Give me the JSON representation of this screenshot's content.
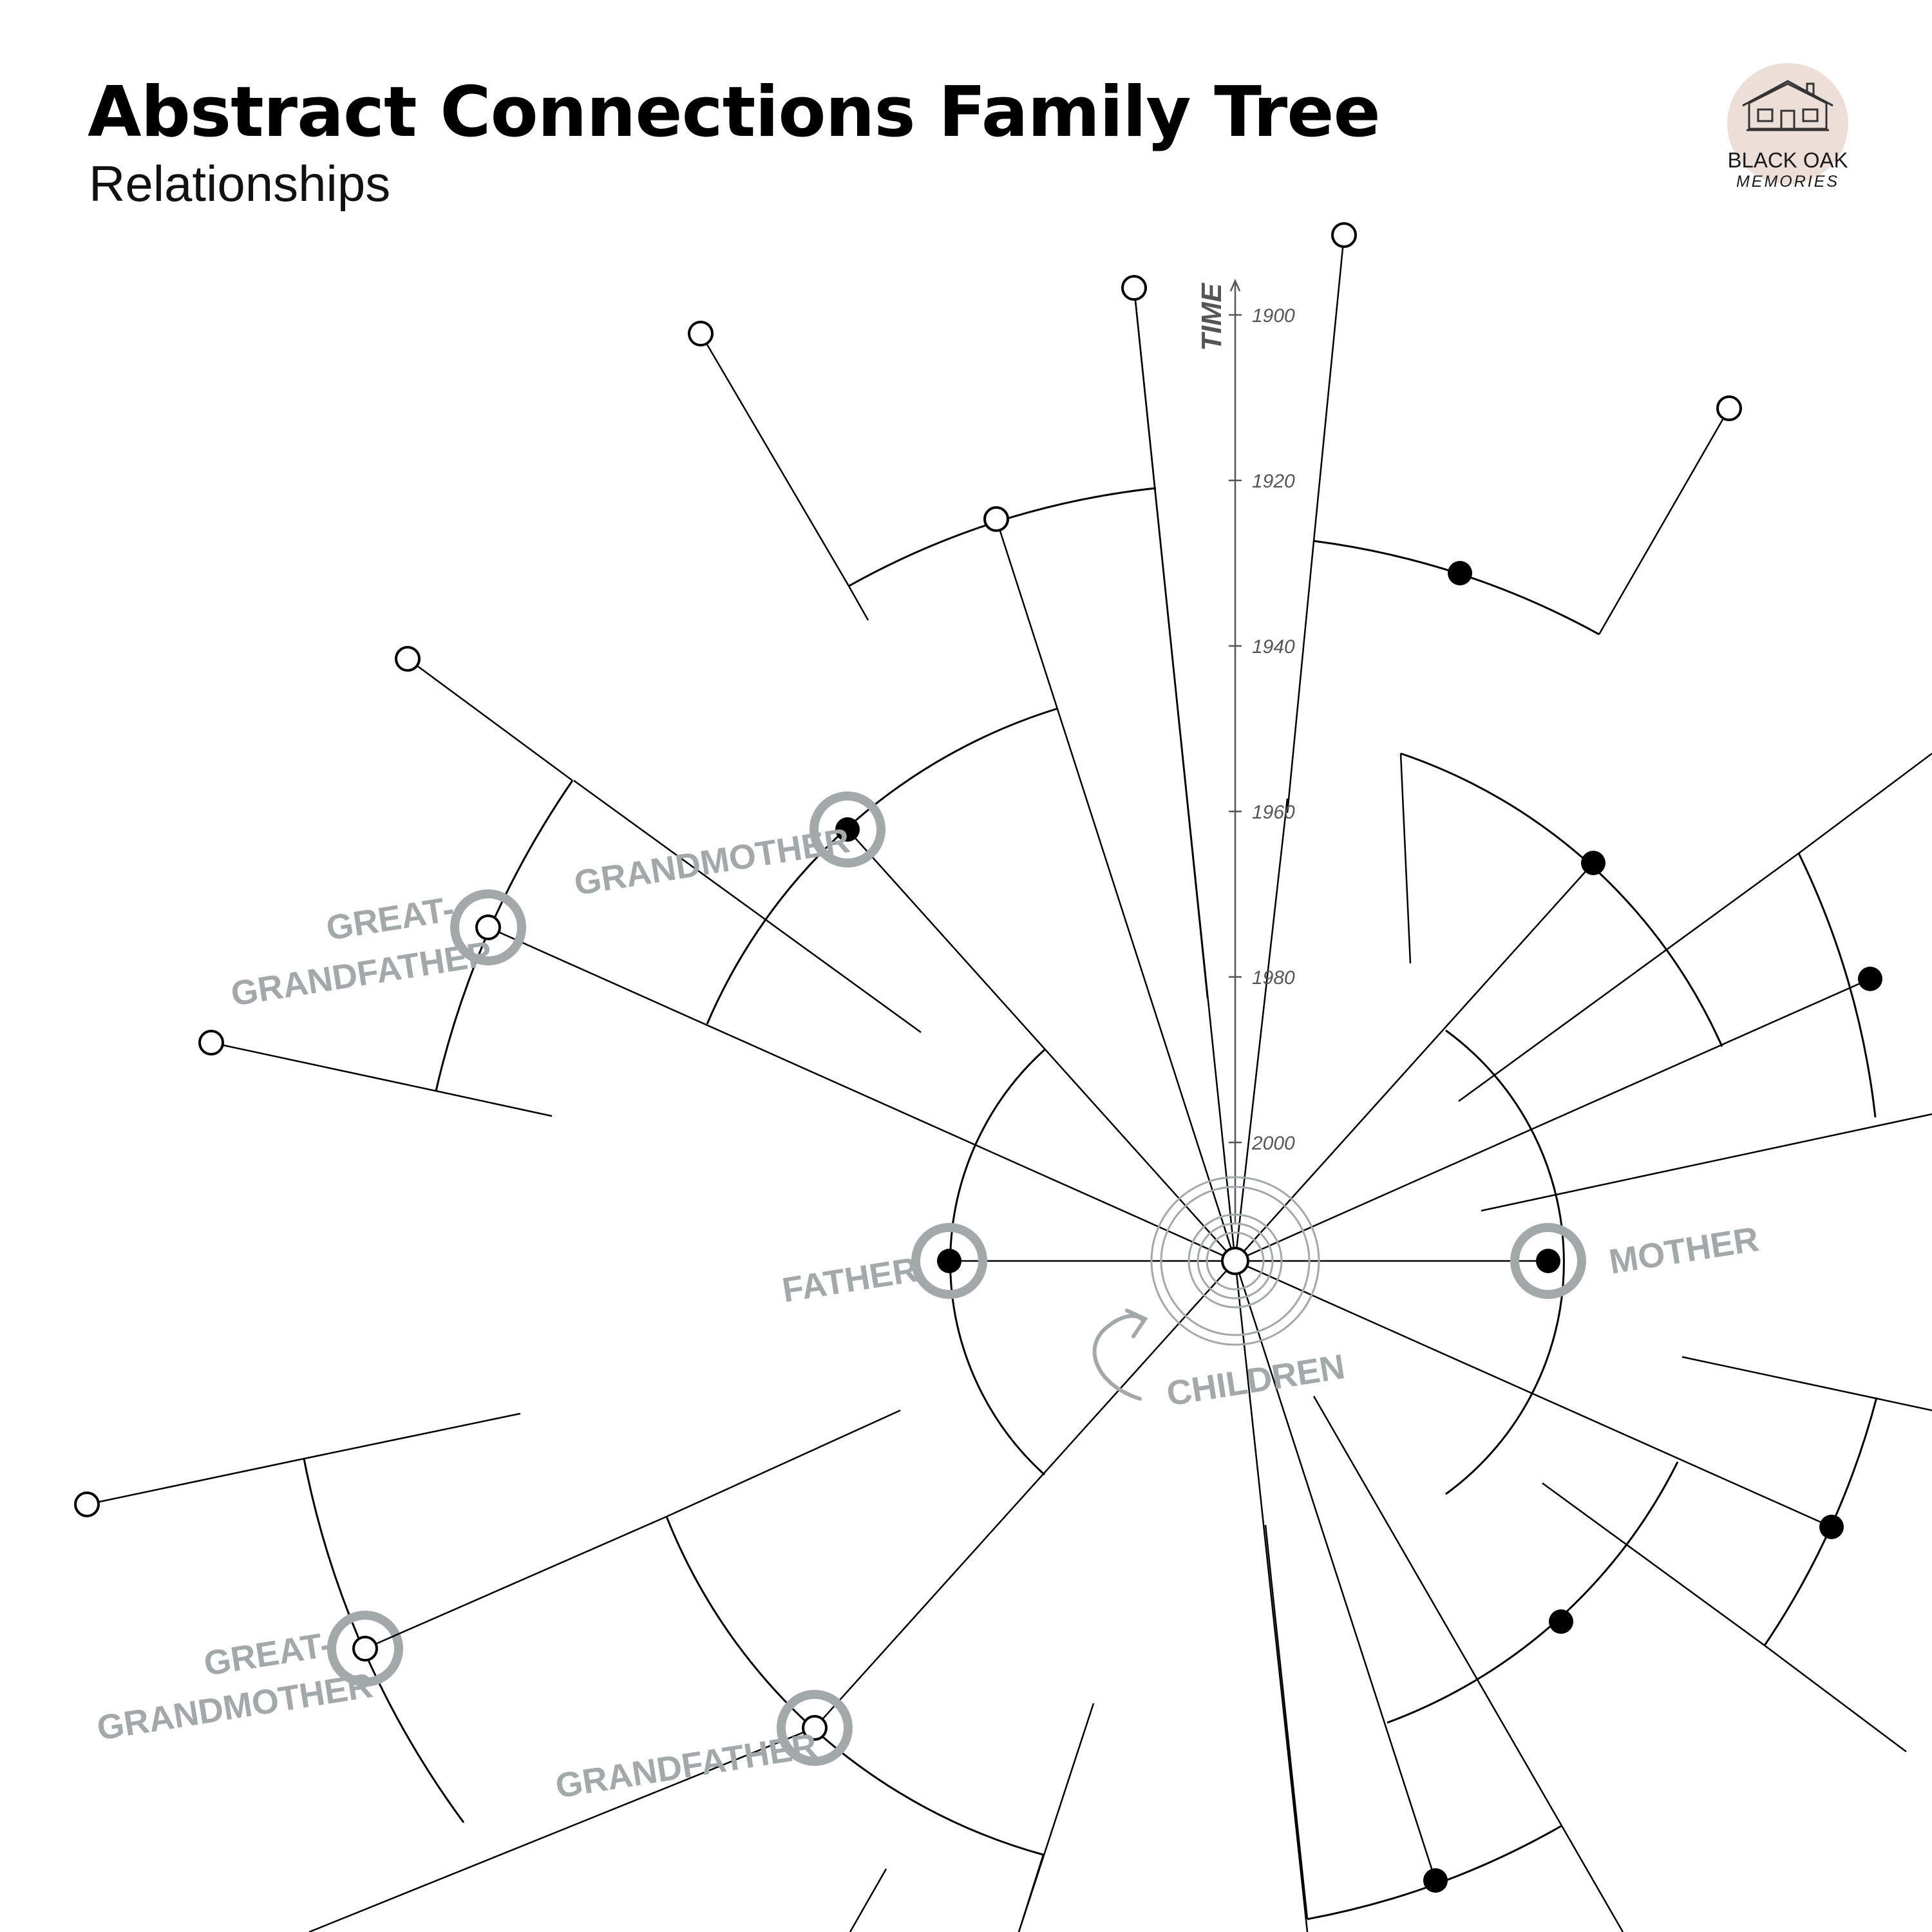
{
  "title": "Abstract Connections Family Tree",
  "subtitle": "Relationships",
  "logo": {
    "line1": "BLACK OAK",
    "line2": "MEMORIES",
    "icon": "house-icon"
  },
  "time_axis": {
    "title": "TIME",
    "ticks": [
      "1900",
      "1920",
      "1940",
      "1960",
      "1980",
      "2000"
    ]
  },
  "labels": {
    "father": "FATHER",
    "mother": "MOTHER",
    "children": "CHILDREN",
    "grandmother": "GRANDMOTHER",
    "grandfather": "GRANDFATHER",
    "great_grandfather_1": "GREAT-",
    "great_grandfather_2": "GRANDFATHER",
    "great_grandmother_1": "GREAT-",
    "great_grandmother_2": "GRANDMOTHER"
  },
  "colors": {
    "line": "#000000",
    "highlight_ring": "#a3a8a8",
    "label": "#a3a8a8",
    "axis": "#555555",
    "logo_bg": "#ecdfd8"
  }
}
